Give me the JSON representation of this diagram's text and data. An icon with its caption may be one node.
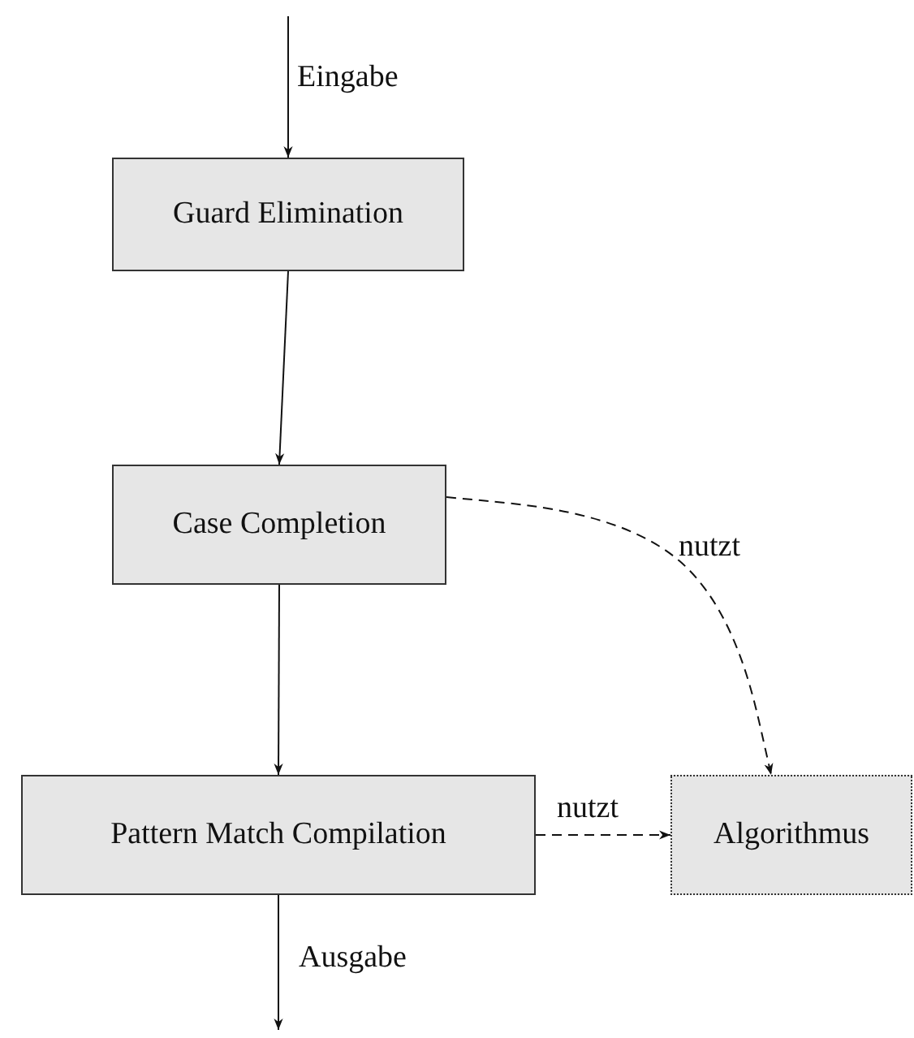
{
  "diagram": {
    "nodes": [
      {
        "text": [
          "Guard Elimination"
        ]
      },
      {
        "text": [
          "Case Completion"
        ]
      },
      {
        "text": [
          "Pattern Match Compilation"
        ]
      },
      {
        "text": [
          "Algorithmus"
        ]
      }
    ],
    "edges": [
      {
        "from": null,
        "to": 0,
        "arrow": "to",
        "label": "Eingabe"
      },
      {
        "from": 0,
        "to": 1,
        "arrow": "to"
      },
      {
        "from": 1,
        "to": 2,
        "arrow": "to"
      },
      {
        "from": 1,
        "to": 3,
        "arrow": "to",
        "style": "dashed",
        "label": "nutzt"
      },
      {
        "from": 2,
        "to": 3,
        "arrow": "to",
        "style": "dashed",
        "label": "nutzt"
      },
      {
        "from": 2,
        "to": null,
        "arrow": "to",
        "label": "Ausgabe"
      }
    ]
  }
}
